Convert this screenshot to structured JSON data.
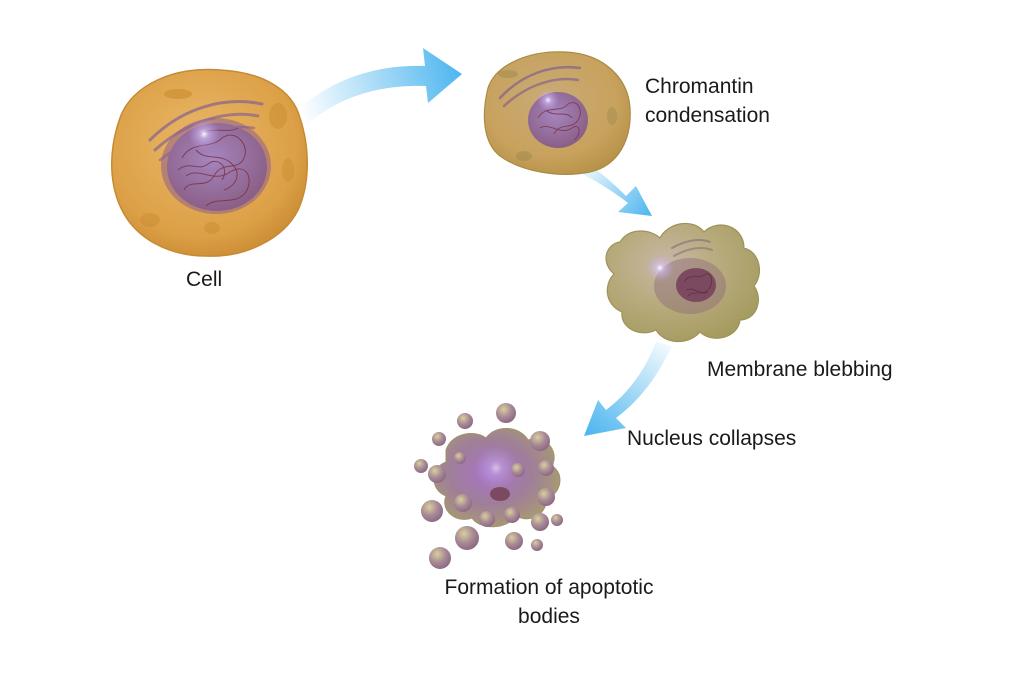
{
  "diagram": {
    "stages": [
      {
        "id": "cell",
        "label": "Cell"
      },
      {
        "id": "chromatin",
        "label_lines": [
          "Chromantin",
          "condensation"
        ]
      },
      {
        "id": "blebbing",
        "label": "Membrane blebbing"
      },
      {
        "id": "nucleus",
        "label": "Nucleus collapses"
      },
      {
        "id": "bodies",
        "label_lines": [
          "Formation of apoptotic",
          "bodies"
        ]
      }
    ],
    "colors": {
      "cell_fill": "#e2a64a",
      "cell_edge": "#c8892e",
      "nucleus_fill": "#8e5f8c",
      "chromatin_line": "#7b3348",
      "blebbing_fill": "#b7a870",
      "body_fill": "#a47a9b",
      "arrow": "#4fb6ef"
    }
  }
}
